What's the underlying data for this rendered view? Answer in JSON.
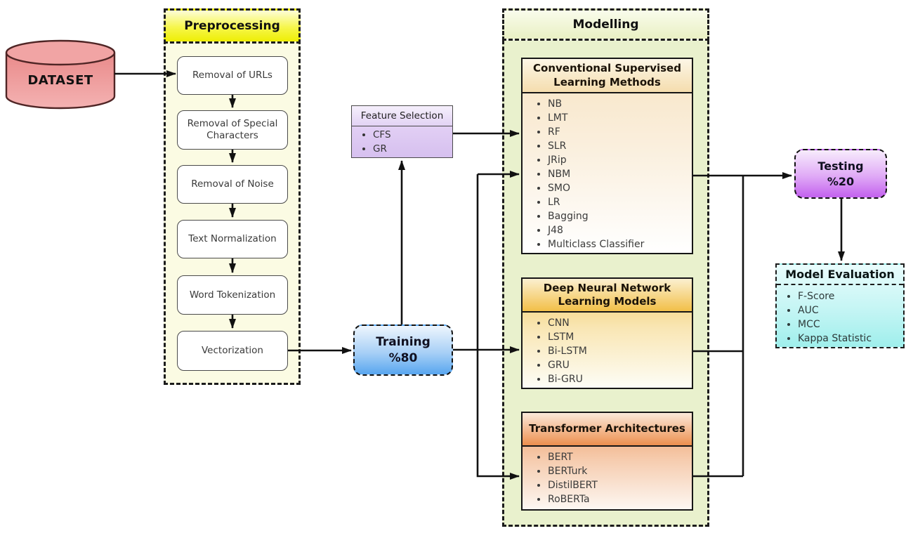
{
  "dataset": {
    "label": "DATASET"
  },
  "preprocessing": {
    "title": "Preprocessing",
    "steps": [
      "Removal of URLs",
      "Removal of Special Characters",
      "Removal of Noise",
      "Text Normalization",
      "Word Tokenization",
      "Vectorization"
    ]
  },
  "feature_selection": {
    "title": "Feature Selection",
    "items": [
      "CFS",
      "GR"
    ]
  },
  "training": {
    "line1": "Training",
    "line2": "%80"
  },
  "modelling": {
    "title": "Modelling",
    "groups": [
      {
        "title": "Conventional Supervised Learning Methods",
        "items": [
          "NB",
          "LMT",
          "RF",
          "SLR",
          "JRip",
          "NBM",
          "SMO",
          "LR",
          "Bagging",
          "J48",
          "Multiclass Classifier"
        ]
      },
      {
        "title": "Deep Neural Network Learning Models",
        "items": [
          "CNN",
          "LSTM",
          "Bi-LSTM",
          "GRU",
          "Bi-GRU"
        ]
      },
      {
        "title": "Transformer Architectures",
        "items": [
          "BERT",
          "BERTurk",
          "DistilBERT",
          "RoBERTa"
        ]
      }
    ]
  },
  "testing": {
    "line1": "Testing",
    "line2": "%20"
  },
  "evaluation": {
    "title": "Model Evaluation",
    "items": [
      "F-Score",
      "AUC",
      "MCC",
      "Kappa Statistic"
    ]
  },
  "colors": {
    "dataset_fill": "#ee9292",
    "preprocessing_header": "#eeee04",
    "preprocessing_bg": "#fbfbe3",
    "feature_selection": "#d6c0ef",
    "training": "#58a6ef",
    "modelling_bg": "#e9f1cd",
    "conventional_header": "#f5ddae",
    "deep_nn_header": "#f2bf48",
    "transformer_header": "#ec8f4e",
    "testing": "#c361ee",
    "evaluation": "#9fefec",
    "arrow": "#111111"
  }
}
